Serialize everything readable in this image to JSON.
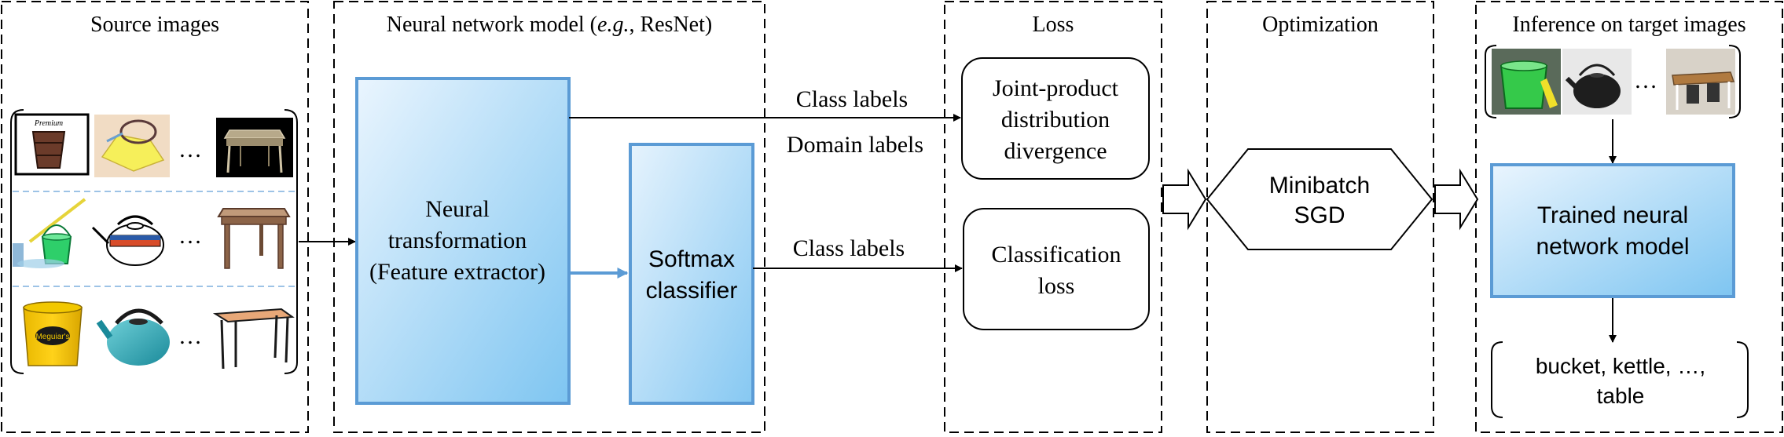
{
  "panels": {
    "source": {
      "title": "Source images"
    },
    "model": {
      "title_prefix": "Neural network model (",
      "title_italic": "e.g.",
      "title_suffix": ", ResNet)"
    },
    "loss": {
      "title": "Loss"
    },
    "optimization": {
      "title": "Optimization"
    },
    "inference": {
      "title": "Inference on target images"
    }
  },
  "source_images": {
    "rows": [
      {
        "items": [
          "bucket",
          "kettle",
          "table"
        ],
        "ellipsis": "…"
      },
      {
        "items": [
          "bucket",
          "kettle",
          "table"
        ],
        "ellipsis": "…"
      },
      {
        "items": [
          "bucket",
          "kettle",
          "table"
        ],
        "ellipsis": "…"
      }
    ],
    "logo_text": "Premium"
  },
  "blocks": {
    "feature_extractor": {
      "line1": "Neural",
      "line2": "transformation",
      "line3": "(Feature extractor)"
    },
    "softmax": {
      "line1": "Softmax",
      "line2": "classifier"
    },
    "joint_loss": {
      "line1": "Joint-product",
      "line2": "distribution",
      "line3": "divergence"
    },
    "classification_loss": {
      "line1": "Classification",
      "line2": "loss"
    },
    "optimizer": {
      "line1": "Minibatch",
      "line2": "SGD"
    },
    "trained_model": {
      "line1": "Trained neural",
      "line2": "network model"
    }
  },
  "edge_labels": {
    "class_labels_top": "Class labels",
    "domain_labels": "Domain labels",
    "class_labels_bottom": "Class labels"
  },
  "target_images": {
    "items": [
      "bucket",
      "kettle",
      "table"
    ],
    "ellipsis": "…"
  },
  "prediction": {
    "line1": "bucket, kettle, …,",
    "line2": "table"
  },
  "colors": {
    "block_fill_light": "#e6f3fd",
    "block_fill_dark": "#7cc4f0",
    "block_border": "#5b9bd5",
    "edge": "#000000",
    "blue_edge": "#5b9bd5",
    "separator": "#9dc3e6"
  }
}
